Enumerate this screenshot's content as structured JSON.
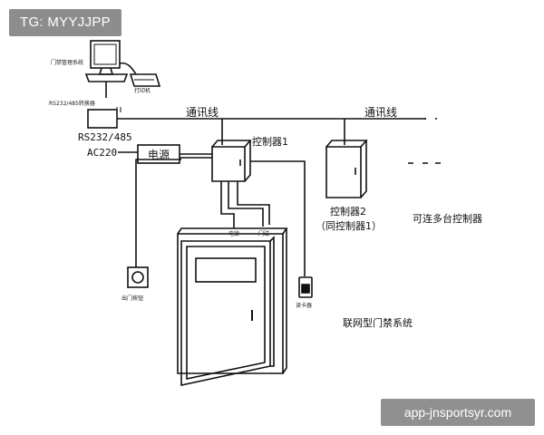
{
  "watermark_top_left": "TG: MYYJJPP",
  "watermark_bottom_right": "app-jnsportsyr.com",
  "diagram": {
    "pc_label": "门禁管理系统",
    "printer_label": "打印机",
    "converter_label": "RS232/485转换器",
    "protocol_label": "RS232/485",
    "ac_label": "AC220",
    "power_label": "电源",
    "comm_line_1": "通讯线",
    "comm_line_2": "通讯线",
    "controller_1": "控制器1",
    "controller_2_line1": "控制器2",
    "controller_2_line2": "（同控制器1）",
    "multi_controllers": "可连多台控制器",
    "lock_label": "电锁",
    "door_contact_label": "门磁",
    "exit_button_label": "出门按钮",
    "card_reader_label": "读卡器",
    "system_title": "联网型门禁系统"
  }
}
